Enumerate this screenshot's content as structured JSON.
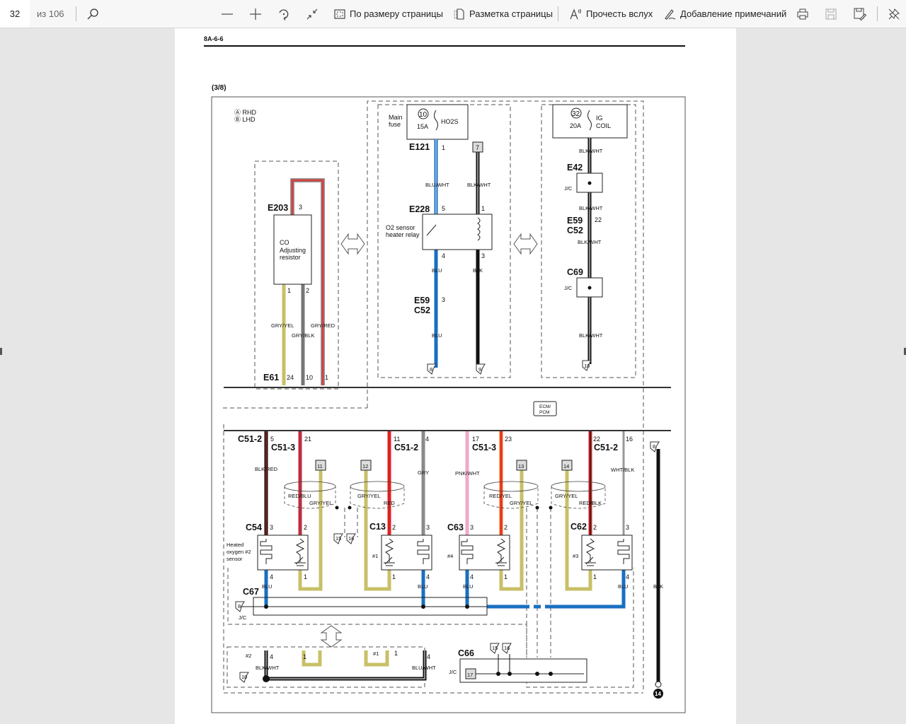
{
  "toolbar": {
    "page_number": "32",
    "page_count": "из 106",
    "fit_page": "По размеру страницы",
    "page_layout": "Разметка страницы",
    "read_aloud": "Прочесть вслух",
    "annotate": "Добавление примечаний"
  },
  "page": {
    "header": "8A-6-6",
    "section": "(3/8)"
  },
  "diagram": {
    "connectors": [
      "E203",
      "E61",
      "E121",
      "E228",
      "E59",
      "C52",
      "E42",
      "E59",
      "C52",
      "C69",
      "C51-2",
      "C51-3",
      "C51-2",
      "C51-3",
      "C51-2",
      "C54",
      "C13",
      "C63",
      "C62",
      "C67",
      "C66"
    ],
    "wires": [
      "GRY/YEL",
      "GRY/BLK",
      "GRY/RED",
      "BLU/WHT",
      "BLK/WHT",
      "BLU",
      "BLK",
      "BLU",
      "BLK/WHT",
      "BLK/WHT",
      "BLK/WHT",
      "BLK/WHT",
      "BLK/RED",
      "RED/BLU",
      "GRY/YEL",
      "GRY/YEL",
      "RED",
      "GRY",
      "PNK/WHT",
      "RED/YEL",
      "GRY/YEL",
      "GRY/YEL",
      "RED/BLK",
      "WHT/BLK",
      "BLU",
      "BLU",
      "BLU",
      "BLU",
      "BLK",
      "BLK/WHT",
      "BLU/WHT"
    ],
    "pins": [
      "3",
      "1",
      "2",
      "24",
      "10",
      "1",
      "1",
      "5",
      "1",
      "4",
      "3",
      "3",
      "22",
      "5",
      "21",
      "11",
      "4",
      "17",
      "23",
      "22",
      "16",
      "3",
      "2",
      "4",
      "1",
      "2",
      "3",
      "1",
      "4",
      "3",
      "2",
      "4",
      "1",
      "2",
      "3",
      "1",
      "4",
      "4",
      "1",
      "1",
      "4"
    ],
    "misc": {
      "rhd": "Ⓐ RHD",
      "lhd": "Ⓑ LHD",
      "co1": "CO",
      "co2": "Adjusting",
      "co3": "resistor",
      "main1": "Main",
      "main2": "fuse",
      "fuse10": "10",
      "amp15": "15A",
      "ho2s": "HO2S",
      "box7": "7",
      "relay1": "O2 sensor",
      "relay2": "heater relay",
      "fuse32": "32",
      "amp20": "20A",
      "ig1": "IG",
      "ig2": "COIL",
      "jc": "J/C",
      "ecm1": "ECM/",
      "ecm2": "PCM",
      "b11": "11",
      "b12": "12",
      "b13": "13",
      "b14": "14",
      "r15": "15",
      "r16": "16",
      "r8": "8",
      "r9": "9",
      "r10": "10",
      "g14": "14",
      "ho1": "Heated",
      "ho2": "oxygen #2",
      "ho3": "sensor",
      "n1": "#1",
      "n2": "#2",
      "n3": "#3",
      "n4": "#4",
      "b17": "17"
    },
    "colors": {
      "blue": "#1a6fc0",
      "red": "#e02020",
      "yellow": "#c8c068",
      "gray": "#8a8a8a",
      "pink": "#f0a8c8",
      "orange": "#f05a1e"
    }
  }
}
